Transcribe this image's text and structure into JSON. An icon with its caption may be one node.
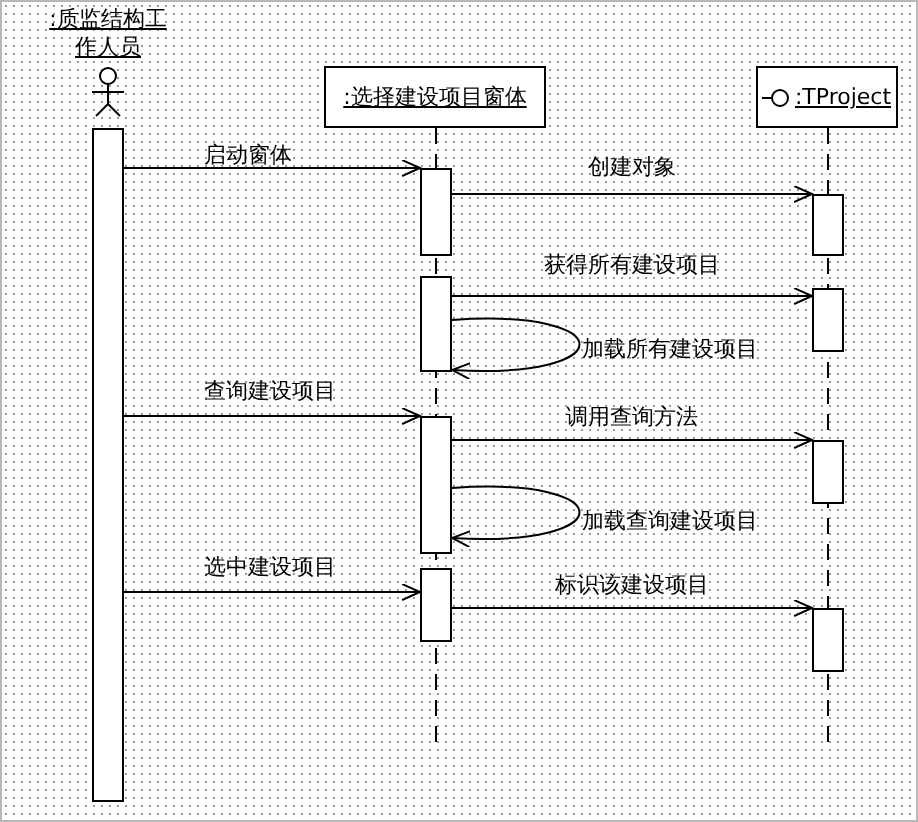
{
  "diagram": {
    "nodes": [
      {
        "text": [
          ":质监结构工作人员"
        ]
      },
      {
        "text": [
          ":选择建设项目窗体"
        ]
      },
      {
        "text": [
          ":TProject"
        ]
      },
      {
        "text": [],
        "shape": "bar"
      },
      {
        "text": [],
        "shape": "bar"
      },
      {
        "text": [],
        "shape": "bar"
      },
      {
        "text": [],
        "shape": "bar"
      },
      {
        "text": [],
        "shape": "bar"
      },
      {
        "text": [],
        "shape": "bar"
      },
      {
        "text": [],
        "shape": "bar"
      },
      {
        "text": [],
        "shape": "bar"
      },
      {
        "text": [],
        "shape": "bar"
      }
    ],
    "edges": [
      {
        "from": 3,
        "to": 4,
        "arrow": "to",
        "label": "启动窗体"
      },
      {
        "from": 4,
        "to": 8,
        "arrow": "to",
        "label": "创建对象"
      },
      {
        "from": 5,
        "to": 9,
        "arrow": "to",
        "label": "获得所有建设项目"
      },
      {
        "from": 5,
        "to": 5,
        "arrow": "to",
        "label": "加载所有建设项目"
      },
      {
        "from": 3,
        "to": 6,
        "arrow": "to",
        "label": "查询建设项目"
      },
      {
        "from": 6,
        "to": 10,
        "arrow": "to",
        "label": "调用查询方法"
      },
      {
        "from": 6,
        "to": 6,
        "arrow": "to",
        "label": "加载查询建设项目"
      },
      {
        "from": 3,
        "to": 7,
        "arrow": "to",
        "label": "选中建设项目"
      },
      {
        "from": 7,
        "to": 11,
        "arrow": "to",
        "label": "标识该建设项目"
      }
    ]
  }
}
